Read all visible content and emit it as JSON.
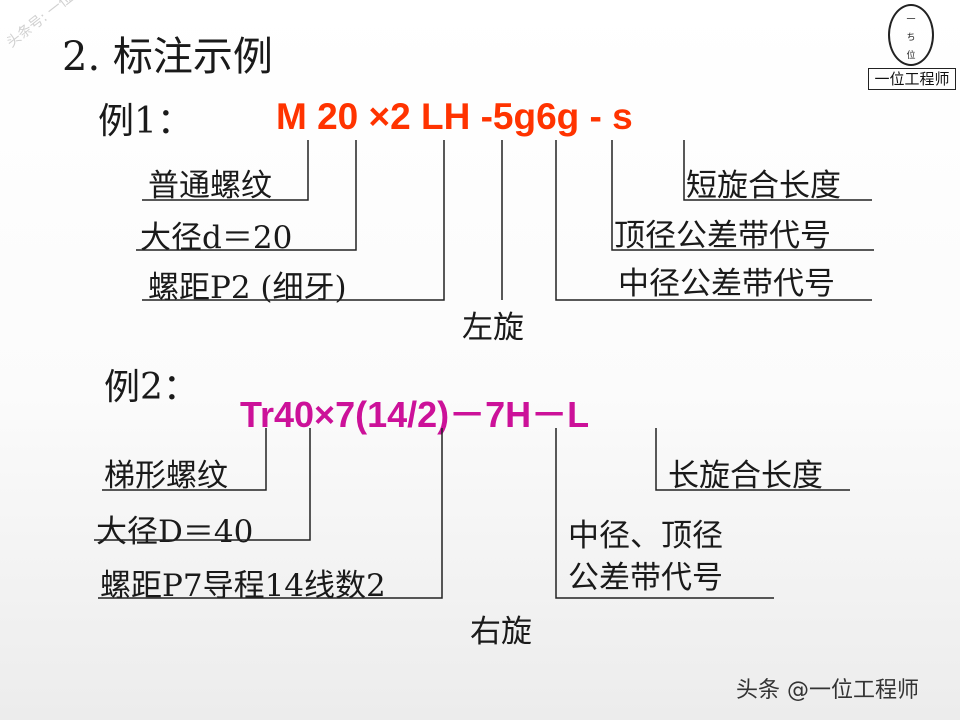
{
  "title": "2. 标注示例",
  "watermark_side": "头条号: 一位工程师",
  "watermark_bottom": "头条 @一位工程师",
  "logo": {
    "text": "一位工程师",
    "circle_top": "一",
    "circle_mid": "ち",
    "circle_bot": "位"
  },
  "example1": {
    "label": "例1：",
    "code": "M 20 ×2 LH -5g6g - s",
    "left_labels": [
      "普通螺纹",
      "大径d＝20",
      "螺距P2 (细牙)"
    ],
    "center_label": "左旋",
    "right_labels": [
      "短旋合长度",
      "顶径公差带代号",
      "中径公差带代号"
    ]
  },
  "example2": {
    "label": "例2：",
    "code": "Tr40×7(14/2)－7H－L",
    "left_labels": [
      "梯形螺纹",
      "大径D＝40",
      "螺距P7导程14线数2"
    ],
    "center_label": "右旋",
    "right_labels": [
      "长旋合长度",
      "中径、顶径",
      "公差带代号"
    ]
  }
}
